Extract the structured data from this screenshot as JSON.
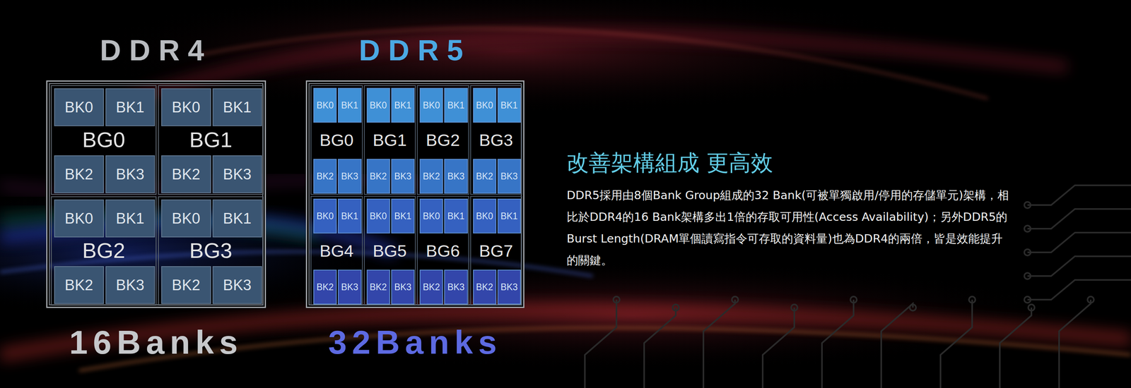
{
  "diagram": {
    "title": "改善架構組成 更高效",
    "nodes": [
      {
        "text": [
          "DDR4",
          "16Banks"
        ]
      },
      {
        "text": [
          "BG0"
        ],
        "in": 0
      },
      {
        "text": [
          "BK0"
        ],
        "in": 1
      },
      {
        "text": [
          "BK1"
        ],
        "in": 1
      },
      {
        "text": [
          "BK2"
        ],
        "in": 1
      },
      {
        "text": [
          "BK3"
        ],
        "in": 1
      },
      {
        "text": [
          "BG1"
        ],
        "in": 0
      },
      {
        "text": [
          "BK0"
        ],
        "in": 6
      },
      {
        "text": [
          "BK1"
        ],
        "in": 6
      },
      {
        "text": [
          "BK2"
        ],
        "in": 6
      },
      {
        "text": [
          "BK3"
        ],
        "in": 6
      },
      {
        "text": [
          "BG2"
        ],
        "in": 0
      },
      {
        "text": [
          "BK0"
        ],
        "in": 11
      },
      {
        "text": [
          "BK1"
        ],
        "in": 11
      },
      {
        "text": [
          "BK2"
        ],
        "in": 11
      },
      {
        "text": [
          "BK3"
        ],
        "in": 11
      },
      {
        "text": [
          "BG3"
        ],
        "in": 0
      },
      {
        "text": [
          "BK0"
        ],
        "in": 16
      },
      {
        "text": [
          "BK1"
        ],
        "in": 16
      },
      {
        "text": [
          "BK2"
        ],
        "in": 16
      },
      {
        "text": [
          "BK3"
        ],
        "in": 16
      },
      {
        "text": [
          "DDR5",
          "32Banks"
        ]
      },
      {
        "text": [
          "BG0"
        ],
        "in": 21
      },
      {
        "text": [
          "BK0"
        ],
        "in": 22
      },
      {
        "text": [
          "BK1"
        ],
        "in": 22
      },
      {
        "text": [
          "BK2"
        ],
        "in": 22
      },
      {
        "text": [
          "BK3"
        ],
        "in": 22
      },
      {
        "text": [
          "BG1"
        ],
        "in": 21
      },
      {
        "text": [
          "BK0"
        ],
        "in": 27
      },
      {
        "text": [
          "BK1"
        ],
        "in": 27
      },
      {
        "text": [
          "BK2"
        ],
        "in": 27
      },
      {
        "text": [
          "BK3"
        ],
        "in": 27
      },
      {
        "text": [
          "BG2"
        ],
        "in": 21
      },
      {
        "text": [
          "BK0"
        ],
        "in": 32
      },
      {
        "text": [
          "BK1"
        ],
        "in": 32
      },
      {
        "text": [
          "BK2"
        ],
        "in": 32
      },
      {
        "text": [
          "BK3"
        ],
        "in": 32
      },
      {
        "text": [
          "BG3"
        ],
        "in": 21
      },
      {
        "text": [
          "BK0"
        ],
        "in": 37
      },
      {
        "text": [
          "BK1"
        ],
        "in": 37
      },
      {
        "text": [
          "BK2"
        ],
        "in": 37
      },
      {
        "text": [
          "BK3"
        ],
        "in": 37
      },
      {
        "text": [
          "BG4"
        ],
        "in": 21
      },
      {
        "text": [
          "BK0"
        ],
        "in": 42
      },
      {
        "text": [
          "BK1"
        ],
        "in": 42
      },
      {
        "text": [
          "BK2"
        ],
        "in": 42
      },
      {
        "text": [
          "BK3"
        ],
        "in": 42
      },
      {
        "text": [
          "BG5"
        ],
        "in": 21
      },
      {
        "text": [
          "BK0"
        ],
        "in": 47
      },
      {
        "text": [
          "BK1"
        ],
        "in": 47
      },
      {
        "text": [
          "BK2"
        ],
        "in": 47
      },
      {
        "text": [
          "BK3"
        ],
        "in": 47
      },
      {
        "text": [
          "BG6"
        ],
        "in": 21
      },
      {
        "text": [
          "BK0"
        ],
        "in": 52
      },
      {
        "text": [
          "BK1"
        ],
        "in": 52
      },
      {
        "text": [
          "BK2"
        ],
        "in": 52
      },
      {
        "text": [
          "BK3"
        ],
        "in": 52
      },
      {
        "text": [
          "BG7"
        ],
        "in": 21
      },
      {
        "text": [
          "BK0"
        ],
        "in": 57
      },
      {
        "text": [
          "BK1"
        ],
        "in": 57
      },
      {
        "text": [
          "BK2"
        ],
        "in": 57
      },
      {
        "text": [
          "BK3"
        ],
        "in": 57
      }
    ],
    "labels": [
      "DDR5採用由8個Bank Group組成的32 Bank(可被單獨啟用/停用的存儲單元)架構，相比於DDR4的16 Bank架構多出1倍的存取可用性(Access Availability)；另外DDR5的Burst Length(DRAM單個讀寫指令可存取的資料量)也為DDR4的兩倍，皆是效能提升的關鍵。"
    ]
  }
}
